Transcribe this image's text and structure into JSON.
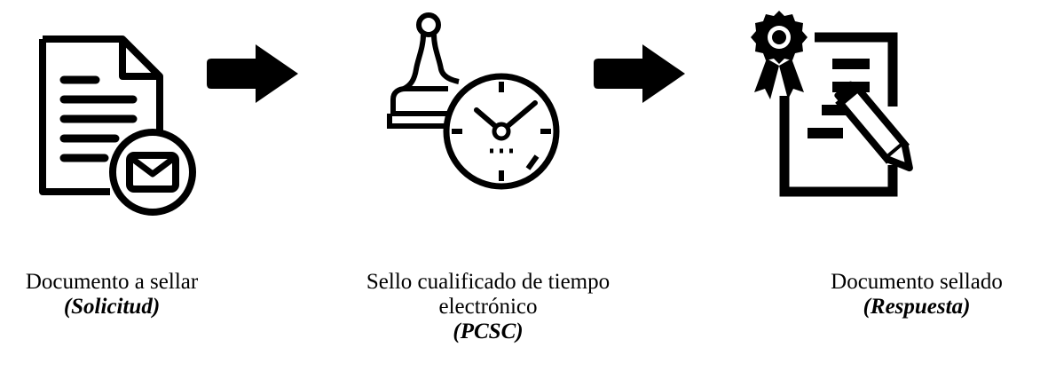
{
  "steps": [
    {
      "icon": "document-envelope-icon",
      "title": "Documento a sellar",
      "subtitle": "(Solicitud)"
    },
    {
      "icon": "stamp-clock-icon",
      "title_line1": "Sello cualificado de tiempo",
      "title_line2": "electrónico",
      "subtitle": "(PCSC)"
    },
    {
      "icon": "certificate-pen-icon",
      "title": "Documento sellado",
      "subtitle": "(Respuesta)"
    }
  ],
  "arrows": [
    "arrow-right-icon",
    "arrow-right-icon"
  ],
  "colors": {
    "foreground": "#000000",
    "background": "#ffffff"
  }
}
